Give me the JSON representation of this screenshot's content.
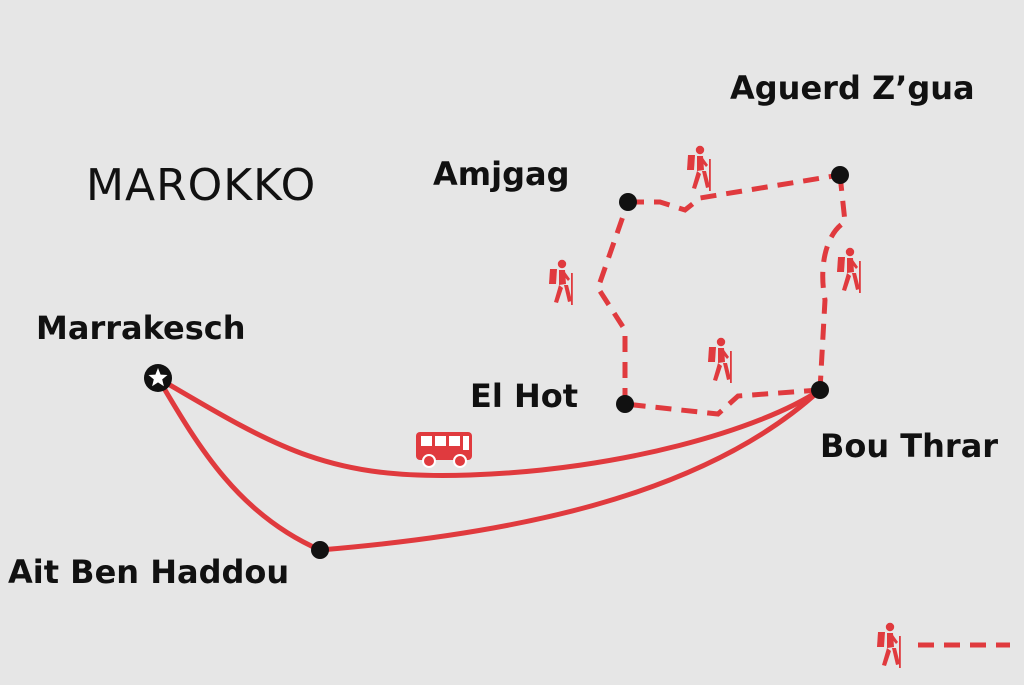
{
  "map": {
    "country": "MAROKKO",
    "places": {
      "marrakesch": "Marrakesch",
      "ait_ben_haddou": "Ait Ben Haddou",
      "amjgag": "Amjgag",
      "aguerd_zgua": "Aguerd Z’gua",
      "el_hot": "El Hot",
      "bou_thrar": "Bou Thrar"
    },
    "colors": {
      "background": "#e6e6e6",
      "route": "#e03a3e",
      "point": "#111111",
      "text": "#111111"
    },
    "icons": {
      "start": "star-icon",
      "transfer": "bus-icon",
      "trek": "hiker-icon"
    }
  }
}
